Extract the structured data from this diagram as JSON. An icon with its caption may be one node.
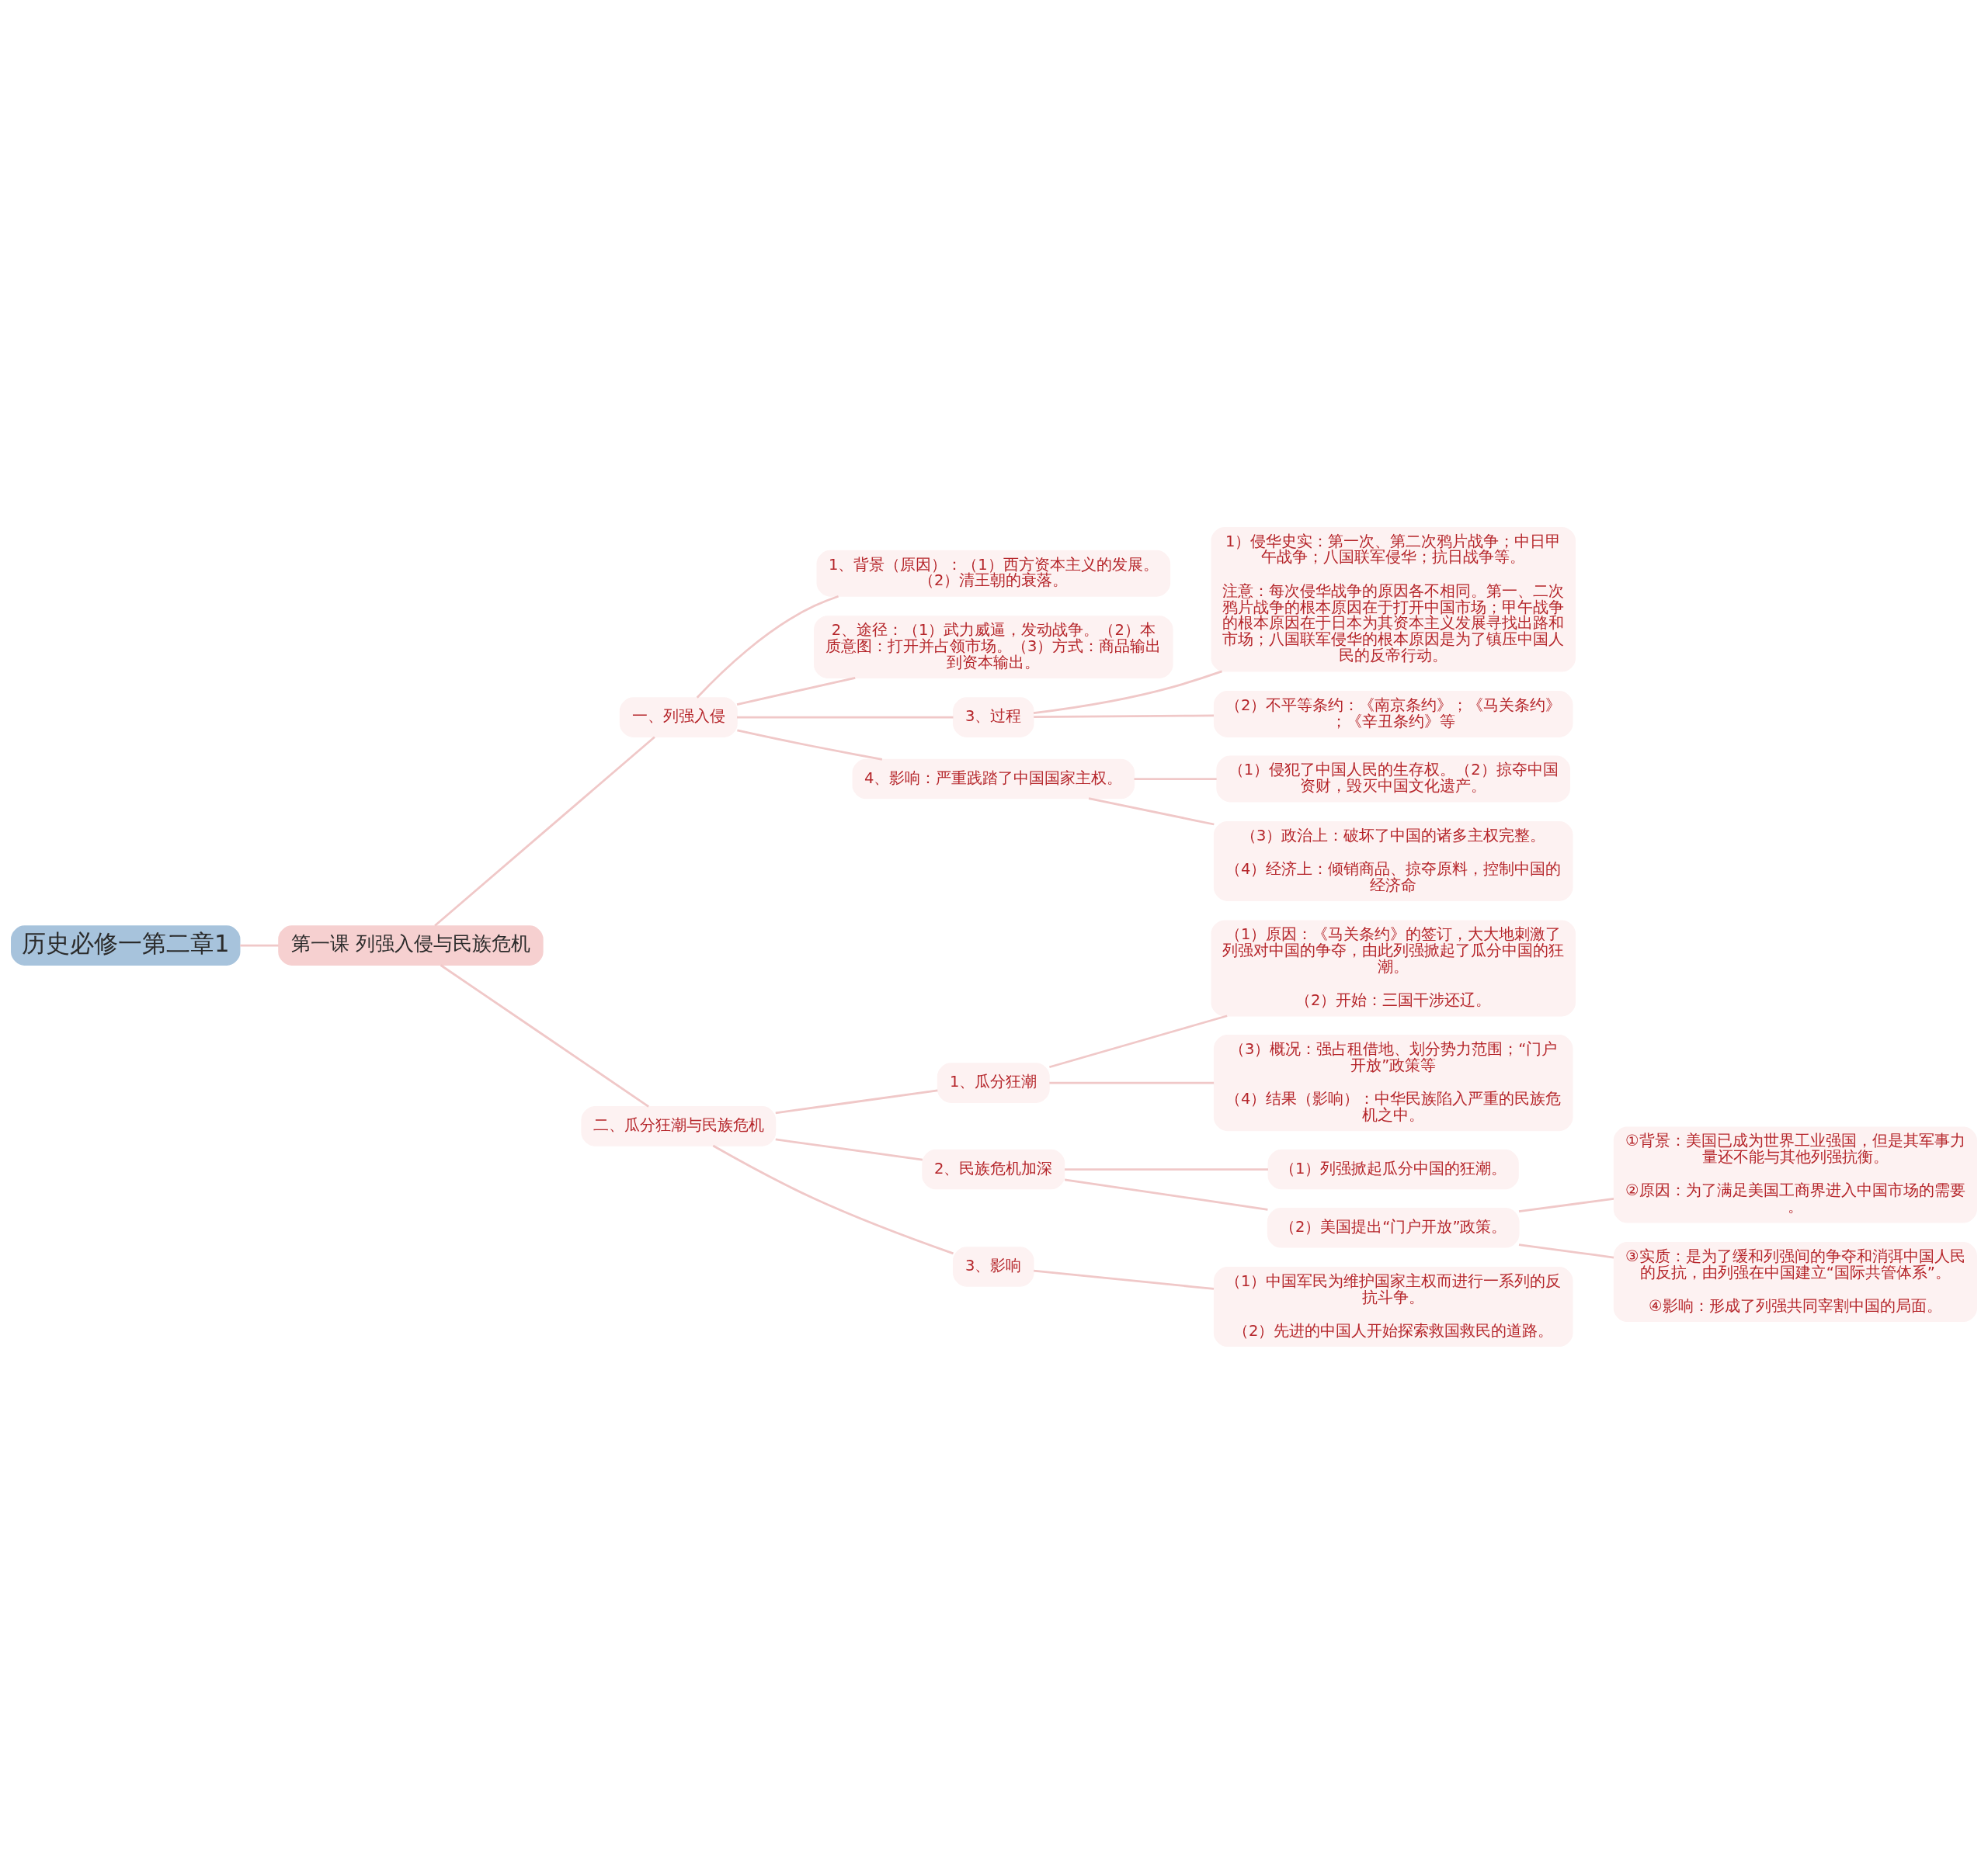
{
  "diagram": {
    "nodes": [
      {
        "text": [
          "历史必修一第二章1"
        ]
      },
      {
        "text": [
          "第一课 列强入侵与民族危机"
        ]
      },
      {
        "text": [
          "一、列强入侵"
        ]
      },
      {
        "text": [
          "1、背景（原因）：（1）西方资本主义的发展。（2）清王朝的衰落。"
        ]
      },
      {
        "text": [
          "2、途径：（1）武力威逼，发动战争。（2）本质意图：打开并占领市场。（3）方式：商品输出到资本输出。"
        ]
      },
      {
        "text": [
          "3、过程"
        ]
      },
      {
        "text": [
          "1）侵华史实：第一次、第二次鸦片战争；中日甲午战争；八国联军侵华；抗日战争等。",
          "注意：每次侵华战争的原因各不相同。第一、二次鸦片战争的根本原因在于打开中国市场；甲午战争的根本原因在于日本为其资本主义发展寻找出路和市场；八国联军侵华的根本原因是为了镇压中国人民的反帝行动。"
        ]
      },
      {
        "text": [
          "（2）不平等条约：《南京条约》；《马关条约》；《辛丑条约》等"
        ]
      },
      {
        "text": [
          "4、影响：严重践踏了中国国家主权。"
        ]
      },
      {
        "text": [
          "（1）侵犯了中国人民的生存权。（2）掠夺中国资财，毁灭中国文化遗产。"
        ]
      },
      {
        "text": [
          "（3）政治上：破坏了中国的诸多主权完整。",
          "（4）经济上：倾销商品、掠夺原料，控制中国的经济命"
        ]
      },
      {
        "text": [
          "二、瓜分狂潮与民族危机"
        ]
      },
      {
        "text": [
          "1、瓜分狂潮"
        ]
      },
      {
        "text": [
          "（1）原因：《马关条约》的签订，大大地刺激了列强对中国的争夺，由此列强掀起了瓜分中国的狂潮。",
          "（2）开始：三国干涉还辽。"
        ]
      },
      {
        "text": [
          "（3）概况：强占租借地、划分势力范围；“门户开放”政策等",
          "（4）结果（影响）：中华民族陷入严重的民族危机之中。"
        ]
      },
      {
        "text": [
          "2、民族危机加深"
        ]
      },
      {
        "text": [
          "（1）列强掀起瓜分中国的狂潮。"
        ]
      },
      {
        "text": [
          "（2）美国提出“门户开放”政策。"
        ]
      },
      {
        "text": [
          "①背景：美国已成为世界工业强国，但是其军事力量还不能与其他列强抗衡。",
          "②原因：为了满足美国工商界进入中国市场的需要。"
        ]
      },
      {
        "text": [
          "③实质：是为了缓和列强间的争夺和消弭中国人民的反抗，由列强在中国建立“国际共管体系”。",
          "④影响：形成了列强共同宰割中国的局面。"
        ]
      },
      {
        "text": [
          "3、影响"
        ]
      },
      {
        "text": [
          "（1）中国军民为维护国家主权而进行一系列的反抗斗争。",
          "（2）先进的中国人开始探索救国救民的道路。"
        ]
      }
    ],
    "edges": [
      {
        "from": 0,
        "to": 1,
        "arrow": "none"
      },
      {
        "from": 1,
        "to": 2,
        "arrow": "none"
      },
      {
        "from": 2,
        "to": 3,
        "arrow": "none"
      },
      {
        "from": 2,
        "to": 4,
        "arrow": "none"
      },
      {
        "from": 2,
        "to": 5,
        "arrow": "none"
      },
      {
        "from": 5,
        "to": 6,
        "arrow": "none"
      },
      {
        "from": 5,
        "to": 7,
        "arrow": "none"
      },
      {
        "from": 2,
        "to": 8,
        "arrow": "none"
      },
      {
        "from": 8,
        "to": 9,
        "arrow": "none"
      },
      {
        "from": 8,
        "to": 10,
        "arrow": "none"
      },
      {
        "from": 1,
        "to": 11,
        "arrow": "none"
      },
      {
        "from": 11,
        "to": 12,
        "arrow": "none"
      },
      {
        "from": 12,
        "to": 13,
        "arrow": "none"
      },
      {
        "from": 12,
        "to": 14,
        "arrow": "none"
      },
      {
        "from": 11,
        "to": 15,
        "arrow": "none"
      },
      {
        "from": 15,
        "to": 16,
        "arrow": "none"
      },
      {
        "from": 15,
        "to": 17,
        "arrow": "none"
      },
      {
        "from": 17,
        "to": 18,
        "arrow": "none"
      },
      {
        "from": 17,
        "to": 19,
        "arrow": "none"
      },
      {
        "from": 11,
        "to": 20,
        "arrow": "none"
      },
      {
        "from": 20,
        "to": 21,
        "arrow": "none"
      }
    ]
  }
}
